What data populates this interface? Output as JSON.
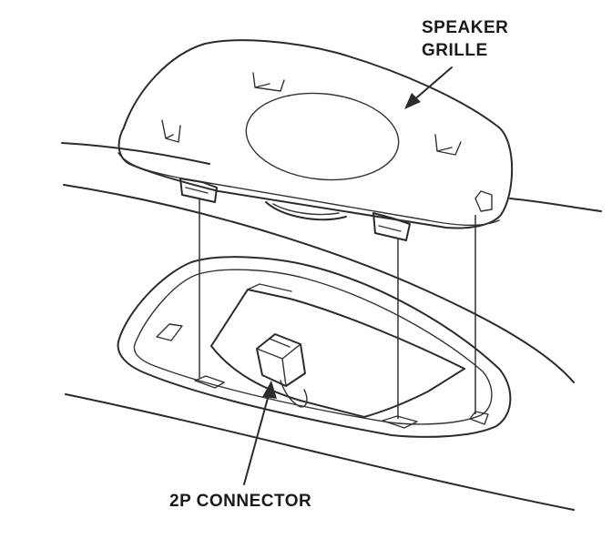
{
  "labels": {
    "speaker_grille_line1": "SPEAKER",
    "speaker_grille_line2": "GRILLE",
    "connector": "2P CONNECTOR"
  }
}
